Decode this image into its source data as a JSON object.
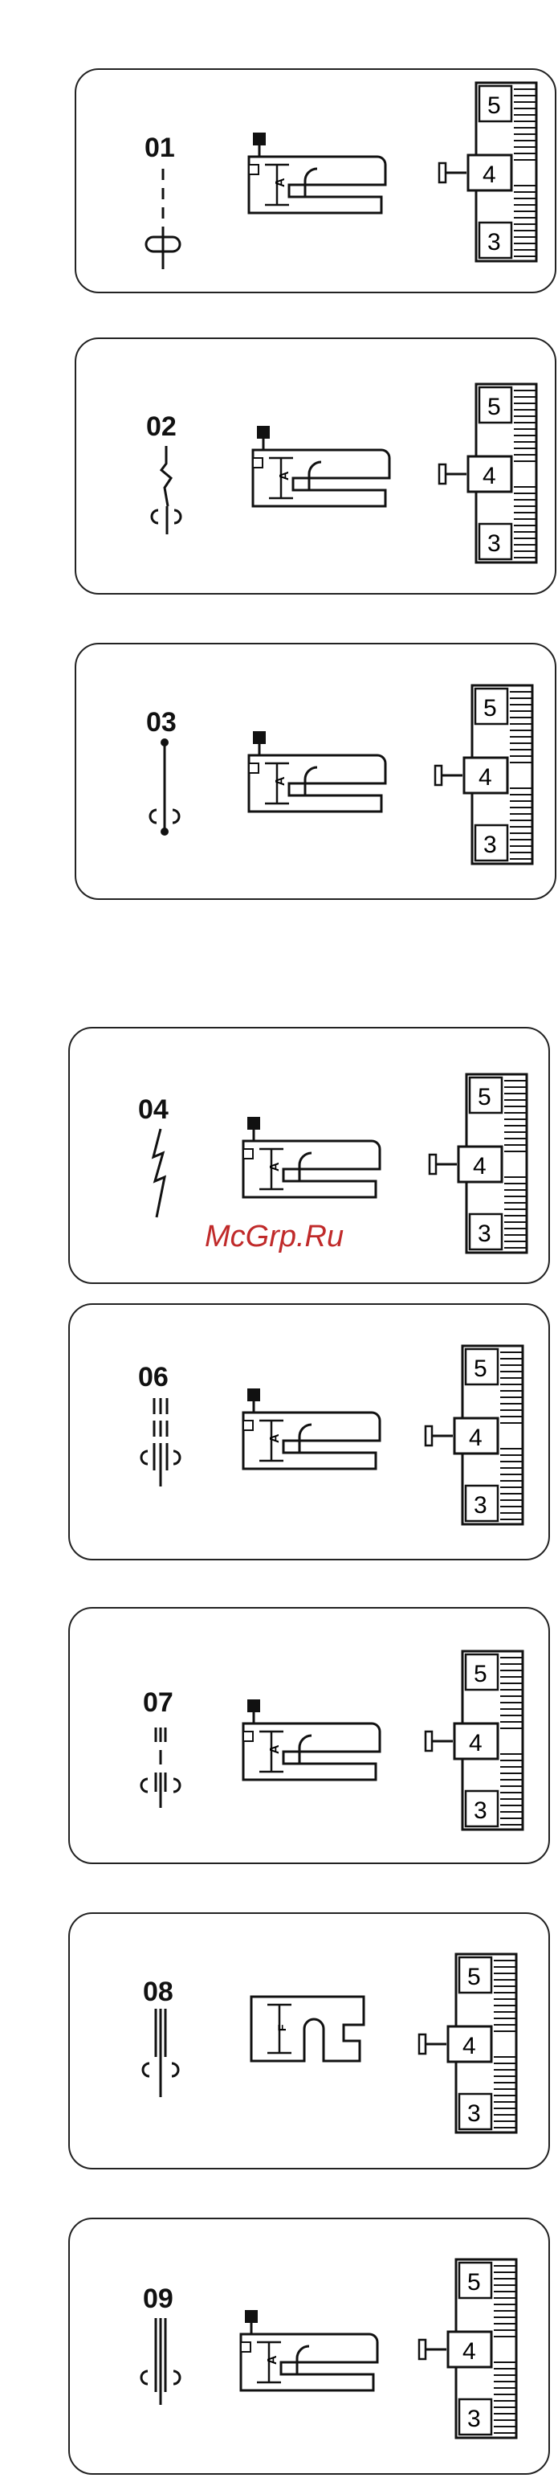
{
  "watermark": "McGrp.Ru",
  "dial_labels": {
    "top": "5",
    "middle": "4",
    "bottom": "3"
  },
  "cards": [
    {
      "number": "01",
      "stitch": "straight-dashed",
      "foot": "A"
    },
    {
      "number": "02",
      "stitch": "zigzag-narrow",
      "foot": "A"
    },
    {
      "number": "03",
      "stitch": "straight-solid",
      "foot": "A"
    },
    {
      "number": "04",
      "stitch": "zigzag-lightning",
      "foot": "A"
    },
    {
      "number": "06",
      "stitch": "triple-stretch",
      "foot": "A"
    },
    {
      "number": "07",
      "stitch": "stretch-short",
      "foot": "A"
    },
    {
      "number": "08",
      "stitch": "triple-parallel",
      "foot": "F"
    },
    {
      "number": "09",
      "stitch": "triple-stretch",
      "foot": "A"
    }
  ]
}
